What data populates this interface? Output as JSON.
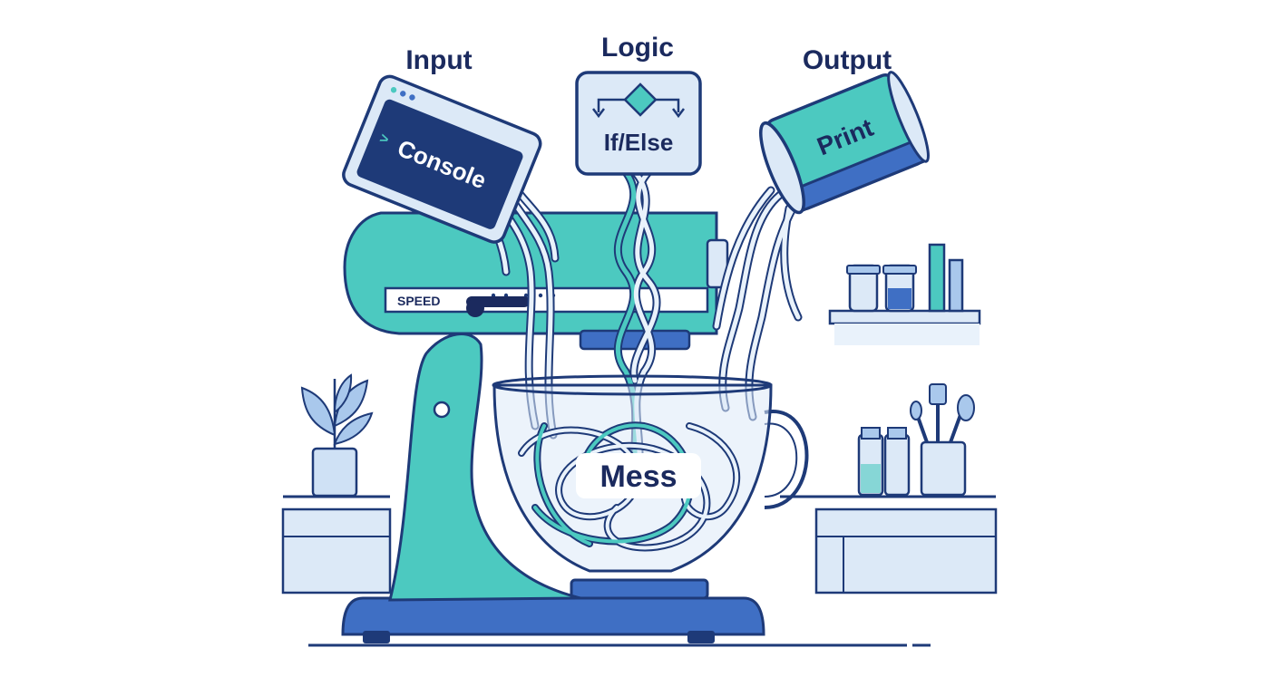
{
  "labels": {
    "input": "Input",
    "logic": "Logic",
    "output": "Output"
  },
  "containers": {
    "console": "Console",
    "console_prompt": ">",
    "if_else": "If/Else",
    "print": "Print"
  },
  "mixer": {
    "speed": "SPEED"
  },
  "bowl": {
    "mess": "Mess"
  },
  "colors": {
    "navy": "#1b2a5e",
    "outline": "#1e3a78",
    "teal": "#4cc9c0",
    "blue": "#3f6fc4",
    "light_blue": "#dce9f7",
    "noodle": "#e9f2fb"
  },
  "icons": [
    "window-dots-icon",
    "prompt-icon",
    "diamond-decision-icon",
    "plant-icon",
    "jars-icon",
    "utensils-icon"
  ]
}
